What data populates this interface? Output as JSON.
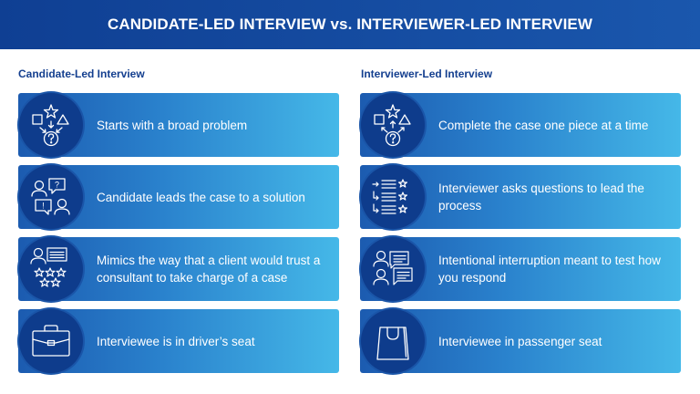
{
  "title": "CANDIDATE-LED INTERVIEW vs. INTERVIEWER-LED INTERVIEW",
  "left": {
    "heading": "Candidate-Led Interview",
    "items": [
      {
        "text": "Starts with a broad problem",
        "icon": "shapes-question-icon"
      },
      {
        "text": "Candidate leads the case to a solution",
        "icon": "dialogue-icon"
      },
      {
        "text": "Mimics the way that a client would trust a consultant to take charge of a case",
        "icon": "person-stars-icon"
      },
      {
        "text": "Interviewee is in driver’s seat",
        "icon": "briefcase-icon"
      }
    ]
  },
  "right": {
    "heading": "Interviewer-Led Interview",
    "items": [
      {
        "text": "Complete the case one piece at a time",
        "icon": "shapes-question-icon"
      },
      {
        "text": "Interviewer asks questions to lead the process",
        "icon": "checklist-stars-icon"
      },
      {
        "text": "Intentional interruption meant to test how you respond",
        "icon": "people-chat-icon"
      },
      {
        "text": "Interviewee in passenger seat",
        "icon": "shopping-bag-icon"
      }
    ]
  },
  "colors": {
    "header": "#1a57ad",
    "heading_text": "#143f8f",
    "icon_circle": "#0e3c8c",
    "card_start": "#1c5bb0",
    "card_end": "#45b8e8"
  }
}
